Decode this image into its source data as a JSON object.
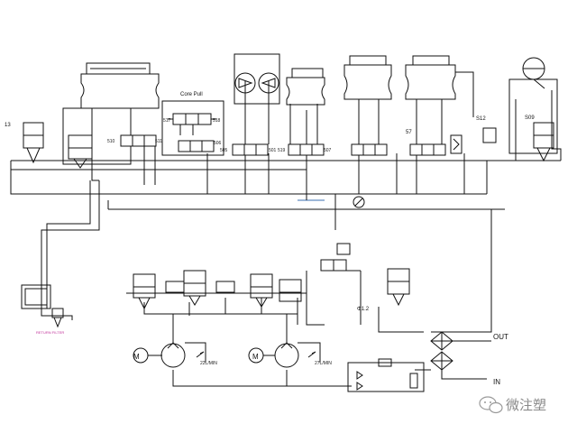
{
  "diagram": {
    "top_labels": {
      "core_pull": "Core Pull",
      "r13": "13",
      "r57": "57",
      "s17": "517",
      "s18": "518",
      "s10": "510",
      "s11": "511",
      "s05": "505",
      "s06": "506",
      "s01": "501",
      "s19": "519",
      "s07": "507",
      "s12": "S12",
      "s09": "S09"
    },
    "bottom_labels": {
      "out": "OUT",
      "in": "IN",
      "m1": "M",
      "m2": "M",
      "d612": "Φ1.2",
      "flow1": "22L/MIN",
      "flow2": "27L/MIN"
    }
  },
  "watermark": {
    "icon": "wechat-logo-icon",
    "text": "微注塑"
  }
}
